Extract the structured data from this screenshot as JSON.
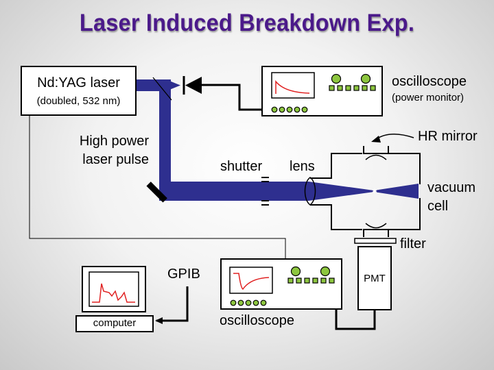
{
  "title": "Laser Induced Breakdown Exp.",
  "laser": {
    "line1": "Nd:YAG laser",
    "line2": "(doubled, 532 nm)"
  },
  "pulse_label": {
    "line1": "High power",
    "line2": "laser pulse"
  },
  "osc_top": {
    "label": "oscilloscope",
    "sublabel": "(power monitor)"
  },
  "hr_mirror": "HR mirror",
  "shutter": "shutter",
  "lens": "lens",
  "vacuum_cell": {
    "line1": "vacuum",
    "line2": "cell"
  },
  "filter": "filter",
  "pmt": "PMT",
  "gpib": "GPIB",
  "osc_bottom": {
    "label": "oscilloscope"
  },
  "computer": "computer",
  "colors": {
    "title": "#4b1a8a",
    "beam": "#2e2f8f",
    "trace": "#e02020",
    "knob": "#8dc63f"
  }
}
